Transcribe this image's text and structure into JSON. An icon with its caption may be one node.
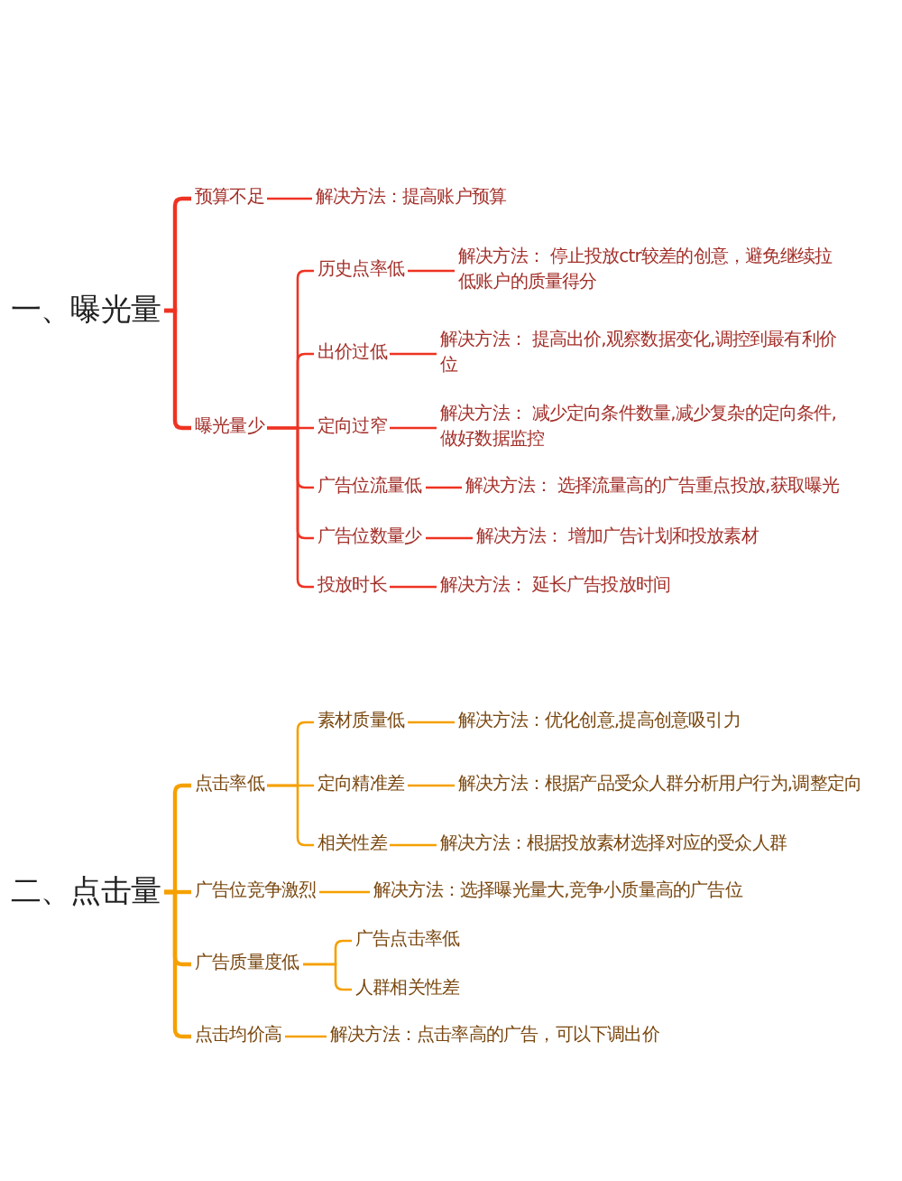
{
  "diagram": {
    "nodes": [
      {
        "text": [
          "一、曝光量"
        ]
      },
      {
        "text": [
          "预算不足"
        ]
      },
      {
        "text": [
          "解决方法：提高账户预算"
        ]
      },
      {
        "text": [
          "曝光量少"
        ]
      },
      {
        "text": [
          "历史点率低"
        ]
      },
      {
        "text": [
          "解决方法： 停止投放ctr较差的创意，避免继续拉低账户的质量得分"
        ]
      },
      {
        "text": [
          "出价过低"
        ]
      },
      {
        "text": [
          "解决方法： 提高出价,观察数据变化,调控到最有利价位"
        ]
      },
      {
        "text": [
          "定向过窄"
        ]
      },
      {
        "text": [
          "解决方法： 减少定向条件数量,减少复杂的定向条件,做好数据监控"
        ]
      },
      {
        "text": [
          "广告位流量低"
        ]
      },
      {
        "text": [
          "解决方法： 选择流量高的广告重点投放,获取曝光"
        ]
      },
      {
        "text": [
          "广告位数量少"
        ]
      },
      {
        "text": [
          "解决方法： 增加广告计划和投放素材"
        ]
      },
      {
        "text": [
          "投放时长"
        ]
      },
      {
        "text": [
          "解决方法： 延长广告投放时间"
        ]
      },
      {
        "text": [
          "二、点击量"
        ]
      },
      {
        "text": [
          "点击率低"
        ]
      },
      {
        "text": [
          "素材质量低"
        ]
      },
      {
        "text": [
          "解决方法：优化创意,提高创意吸引力"
        ]
      },
      {
        "text": [
          "定向精准差"
        ]
      },
      {
        "text": [
          "解决方法：根据产品受众人群分析用户行为,调整定向"
        ]
      },
      {
        "text": [
          "相关性差"
        ]
      },
      {
        "text": [
          "解决方法：根据投放素材选择对应的受众人群"
        ]
      },
      {
        "text": [
          "广告位竞争激烈"
        ]
      },
      {
        "text": [
          "解决方法：选择曝光量大,竞争小质量高的广告位"
        ]
      },
      {
        "text": [
          "广告质量度低"
        ]
      },
      {
        "text": [
          "广告点击率低"
        ]
      },
      {
        "text": [
          "人群相关性差"
        ]
      },
      {
        "text": [
          "点击均价高"
        ]
      },
      {
        "text": [
          "解决方法：点击率高的广告，可以下调出价"
        ]
      }
    ],
    "edges": [
      {
        "from": 0,
        "to": 1,
        "arrow": "none"
      },
      {
        "from": 0,
        "to": 3,
        "arrow": "none"
      },
      {
        "from": 1,
        "to": 2,
        "arrow": "none"
      },
      {
        "from": 3,
        "to": 4,
        "arrow": "none"
      },
      {
        "from": 3,
        "to": 6,
        "arrow": "none"
      },
      {
        "from": 3,
        "to": 8,
        "arrow": "none"
      },
      {
        "from": 3,
        "to": 10,
        "arrow": "none"
      },
      {
        "from": 3,
        "to": 12,
        "arrow": "none"
      },
      {
        "from": 3,
        "to": 14,
        "arrow": "none"
      },
      {
        "from": 4,
        "to": 5,
        "arrow": "none"
      },
      {
        "from": 6,
        "to": 7,
        "arrow": "none"
      },
      {
        "from": 8,
        "to": 9,
        "arrow": "none"
      },
      {
        "from": 10,
        "to": 11,
        "arrow": "none"
      },
      {
        "from": 12,
        "to": 13,
        "arrow": "none"
      },
      {
        "from": 14,
        "to": 15,
        "arrow": "none"
      },
      {
        "from": 16,
        "to": 17,
        "arrow": "none",
        "color": "#f5a000"
      },
      {
        "from": 16,
        "to": 24,
        "arrow": "none",
        "color": "#f5a000"
      },
      {
        "from": 16,
        "to": 26,
        "arrow": "none",
        "color": "#f5a000"
      },
      {
        "from": 16,
        "to": 29,
        "arrow": "none",
        "color": "#f5a000"
      },
      {
        "from": 17,
        "to": 18,
        "arrow": "none",
        "color": "#f5a000"
      },
      {
        "from": 17,
        "to": 20,
        "arrow": "none",
        "color": "#f5a000"
      },
      {
        "from": 17,
        "to": 22,
        "arrow": "none",
        "color": "#f5a000"
      },
      {
        "from": 18,
        "to": 19,
        "arrow": "none",
        "color": "#f5a000"
      },
      {
        "from": 20,
        "to": 21,
        "arrow": "none",
        "color": "#f5a000"
      },
      {
        "from": 22,
        "to": 23,
        "arrow": "none",
        "color": "#f5a000"
      },
      {
        "from": 24,
        "to": 25,
        "arrow": "none",
        "color": "#f5a000"
      },
      {
        "from": 26,
        "to": 27,
        "arrow": "none",
        "color": "#f5a000"
      },
      {
        "from": 26,
        "to": 28,
        "arrow": "none",
        "color": "#f5a000"
      },
      {
        "from": 29,
        "to": 30,
        "arrow": "none",
        "color": "#f5a000"
      }
    ]
  }
}
